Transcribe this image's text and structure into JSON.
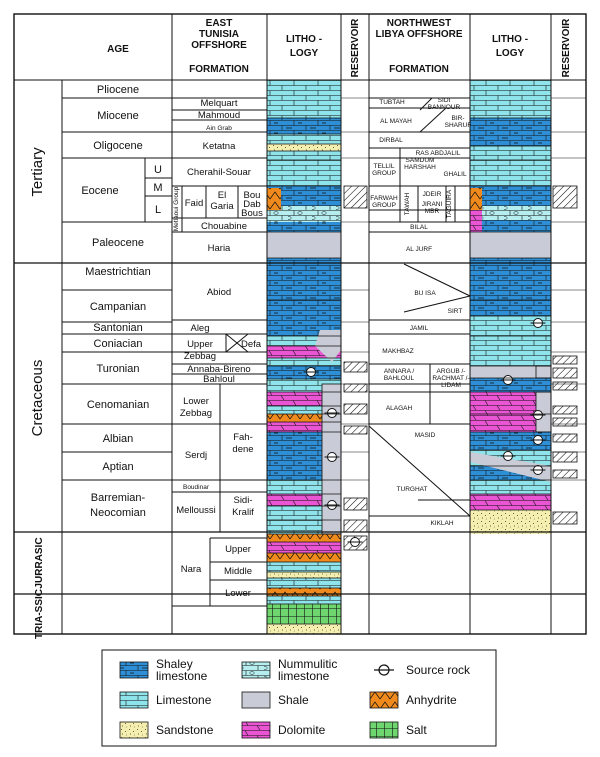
{
  "header": {
    "age": "AGE",
    "east_title": [
      "EAST",
      "TUNISIA",
      "OFFSHORE"
    ],
    "east_formation": "FORMATION",
    "lithology": [
      "LITHO -",
      "LOGY"
    ],
    "reservoir": "RESERVOIR",
    "nw_title": [
      "NORTHWEST",
      "LIBYA OFFSHORE"
    ],
    "nw_formation": "FORMATION"
  },
  "eras": [
    "Tertiary",
    "Cretaceous",
    "JURRASIC",
    "TRIA-SSIC"
  ],
  "ages": [
    "Pliocene",
    "Miocene",
    "Oligocene",
    "Eocene",
    "Paleocene",
    "Maestrichtian",
    "Campanian",
    "Santonian",
    "Coniacian",
    "Turonian",
    "Cenomanian",
    "Albian",
    "Aptian",
    "Barremian-",
    "Neocomian"
  ],
  "eocene_subdivisions": [
    "U",
    "M",
    "L"
  ],
  "east_formations": {
    "melquart": "Melquart",
    "mahmoud": "Mahmoud",
    "ain_grab": "Ain Grab",
    "ketatna": "Ketatna",
    "cherahil": "Cherahil-Souar",
    "metlaoui": "Metlaoui Group",
    "faid": "Faid",
    "el_garia": [
      "El",
      "Garia"
    ],
    "bou_dabbous": [
      "Bou",
      "Dab",
      "Bous"
    ],
    "chouabine": "Chouabine",
    "haria": "Haria",
    "abiod": "Abiod",
    "aleg": "Aleg",
    "defa": "Defa",
    "upper_zebbag": [
      "Upper",
      "Zebbag"
    ],
    "annaba": "Annaba-Bireno",
    "bahloul": "Bahloul",
    "lower_zebbag": [
      "Lower",
      "Zebbag"
    ],
    "fahdene": [
      "Fah-",
      "dene"
    ],
    "serdj": "Serdj",
    "boudinar": "Boudinar",
    "melloussi": "Melloussi",
    "sidi_kralif": [
      "Sidi-",
      "Kralif"
    ],
    "nara": "Nara",
    "upper": "Upper",
    "middle": "Middle",
    "lower": "Lower"
  },
  "nw_formations": {
    "tubtah": "TUBTAH",
    "sidi_bannour": [
      "SIDI",
      "BANNOUR"
    ],
    "al_mayah": "AL MAYAH",
    "bir_sharuf": [
      "BIR-",
      "SHARUF"
    ],
    "dirbal": "DIRBAL",
    "ras_abdjalil": "RAS ABDJALIL",
    "tellil": [
      "TELLIL",
      "GROUP"
    ],
    "samdun": [
      "SAMDUM",
      "HARSHAH"
    ],
    "ghalil": "GHALIL",
    "farwah": [
      "FARWAH",
      "GROUP"
    ],
    "tawah": "TAWAH",
    "jdeir": "JDEIR",
    "jirani": [
      "JIRANI",
      "MBR"
    ],
    "taguira": "TAGUIRA",
    "bilal": "BILAL",
    "al_jurf": "AL JURF",
    "bu_isa": "BU ISA",
    "sirt": "SIRT",
    "jamil": "JAMIL",
    "makhbaz": "MAKHBAZ",
    "annara": [
      "ANNARA /",
      "BAHLOUL"
    ],
    "argub": [
      "ARGUB /-",
      "RACHMAT /-",
      "LIDAM"
    ],
    "alagah": "ALAGAH",
    "masid": "MASID",
    "turghat": "TURGHAT",
    "kiklah": "KIKLAH"
  },
  "legend": [
    {
      "key": "shaley",
      "lines": [
        "Shaley",
        "limestone"
      ]
    },
    {
      "key": "numm",
      "lines": [
        "Nummulitic",
        "limestone"
      ]
    },
    {
      "key": "source",
      "lines": [
        "Source rock"
      ]
    },
    {
      "key": "limestone",
      "lines": [
        "Limestone"
      ]
    },
    {
      "key": "shale",
      "lines": [
        "Shale"
      ]
    },
    {
      "key": "anhydrite",
      "lines": [
        "Anhydrite"
      ]
    },
    {
      "key": "sandstone",
      "lines": [
        "Sandstone"
      ]
    },
    {
      "key": "dolomite",
      "lines": [
        "Dolomite"
      ]
    },
    {
      "key": "salt",
      "lines": [
        "Salt"
      ]
    }
  ],
  "colors": {
    "shaley_limestone": "#2e8fd6",
    "limestone": "#8fe3ea",
    "nummulitic": "#b6eef0",
    "shale": "#c9ccd6",
    "sandstone": "#f4efae",
    "dolomite": "#ea55d4",
    "anhydrite": "#f08a1c",
    "salt": "#6fd66f",
    "line": "#111111"
  }
}
